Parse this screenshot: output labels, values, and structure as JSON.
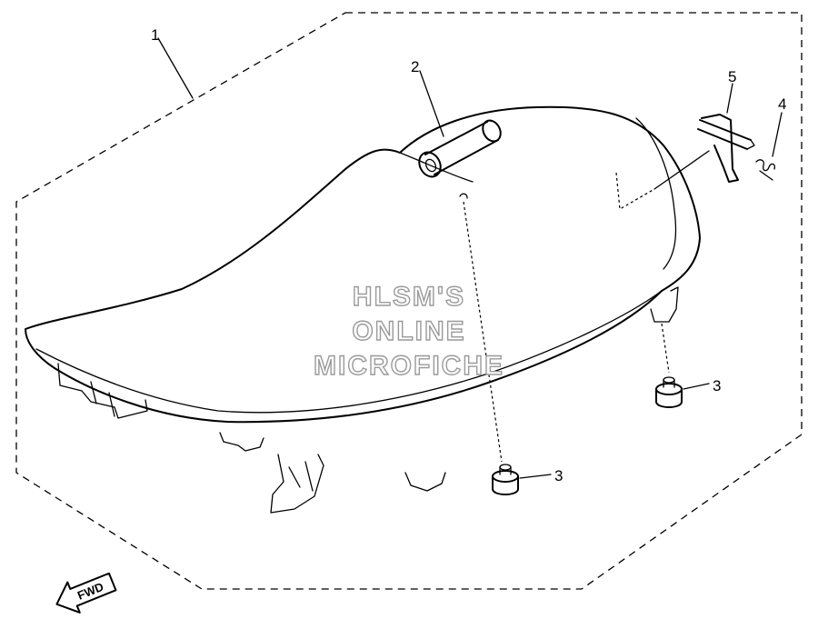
{
  "callouts": [
    {
      "id": "1",
      "label": "1"
    },
    {
      "id": "2",
      "label": "2"
    },
    {
      "id": "3a",
      "label": "3"
    },
    {
      "id": "3b",
      "label": "3"
    },
    {
      "id": "4",
      "label": "4"
    },
    {
      "id": "5",
      "label": "5"
    }
  ],
  "watermark": {
    "line1": "HLSM'S",
    "line2": "ONLINE",
    "line3": "MICROFICHE"
  },
  "direction_arrow": {
    "label": "FWD"
  },
  "colors": {
    "line": "#000000",
    "background": "#ffffff",
    "watermark_outline": "#9a9a9a"
  }
}
